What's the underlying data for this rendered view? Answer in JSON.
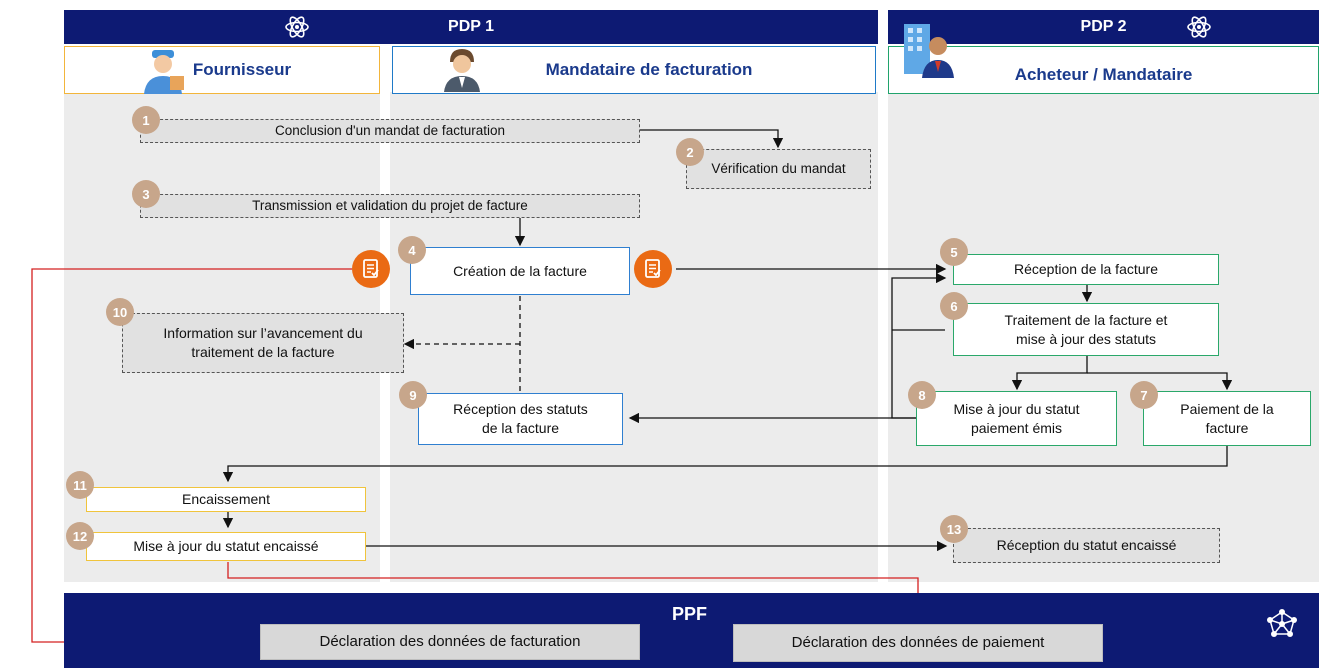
{
  "headers": {
    "pdp1": "PDP 1",
    "pdp2": "PDP 2",
    "ppf": "PPF"
  },
  "actors": {
    "fournisseur": "Fournisseur",
    "mandataire": "Mandataire de facturation",
    "acheteur": "Acheteur / Mandataire"
  },
  "steps": [
    {
      "num": "1",
      "label": "Conclusion d'un mandat de facturation"
    },
    {
      "num": "2",
      "label": "Vérification du mandat"
    },
    {
      "num": "3",
      "label": "Transmission et validation du projet de facture"
    },
    {
      "num": "4",
      "label": "Création de la facture"
    },
    {
      "num": "5",
      "label": "Réception de la facture"
    },
    {
      "num": "6",
      "label": "Traitement de la facture et mise à jour des statuts"
    },
    {
      "num": "7",
      "label": "Paiement de la facture"
    },
    {
      "num": "8",
      "label": "Mise à jour du statut paiement émis"
    },
    {
      "num": "9",
      "label": "Réception des statuts de la facture"
    },
    {
      "num": "10",
      "label": "Information sur l’avancement du traitement de la facture"
    },
    {
      "num": "11",
      "label": "Encaissement"
    },
    {
      "num": "12",
      "label": "Mise à jour du statut encaissé"
    },
    {
      "num": "13",
      "label": "Réception du statut encaissé"
    }
  ],
  "ppf_boxes": {
    "facturation": "Déclaration des données de facturation",
    "paiement": "Déclaration des données de paiement"
  },
  "icons": [
    "atom-icon",
    "supplier-avatar-icon",
    "agent-avatar-icon",
    "buyer-avatar-icon",
    "document-icon",
    "network-icon"
  ],
  "colors": {
    "navy": "#0d1a73",
    "badge": "#c7a68b",
    "doc_orange": "#ea6a14",
    "red_line": "#d42020",
    "blue_border": "#2f7fd0",
    "green_border": "#2aa86a",
    "yellow_border": "#f0c43c"
  }
}
